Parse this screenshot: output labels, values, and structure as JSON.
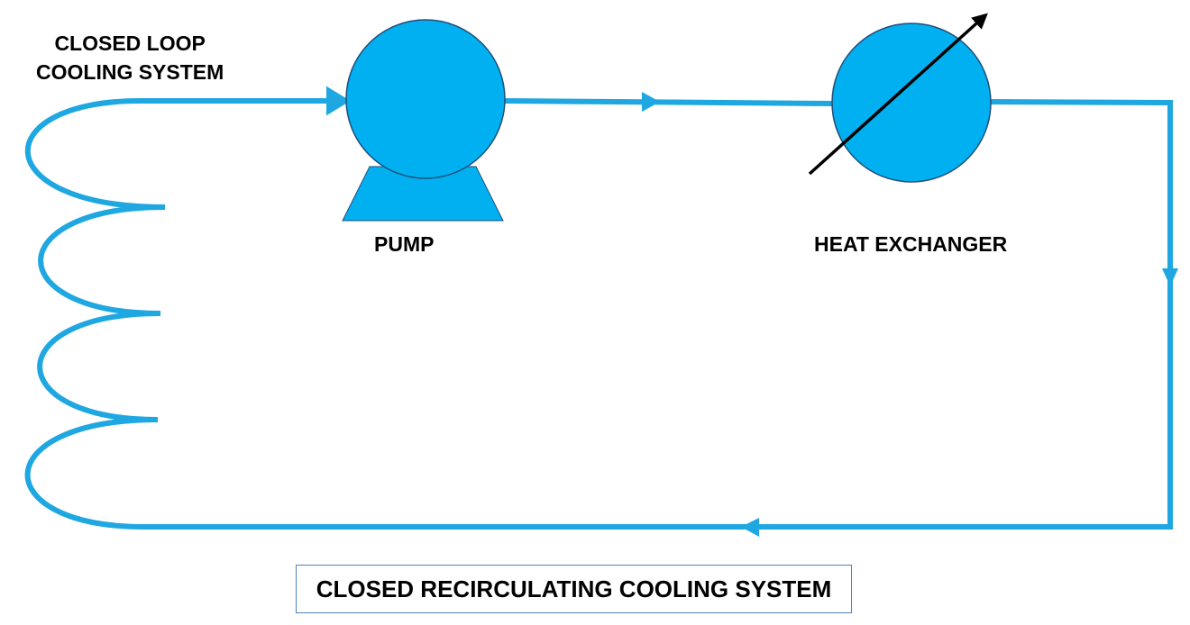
{
  "diagram": {
    "system_label_line1": "CLOSED LOOP",
    "system_label_line2": "COOLING SYSTEM",
    "pump_label": "PUMP",
    "heat_exchanger_label": "HEAT EXCHANGER",
    "caption": "CLOSED RECIRCULATING COOLING SYSTEM"
  },
  "colors": {
    "pipe": "#1ea7e1",
    "equipment_fill": "#00b0f0",
    "equipment_stroke": "#1f4e79",
    "symbol_line": "#000000",
    "caption_border": "#4f81bd"
  },
  "icons": {
    "pump": "centrifugal-pump-icon",
    "heat_exchanger": "heat-exchanger-icon",
    "coil": "cooling-coil-icon"
  }
}
